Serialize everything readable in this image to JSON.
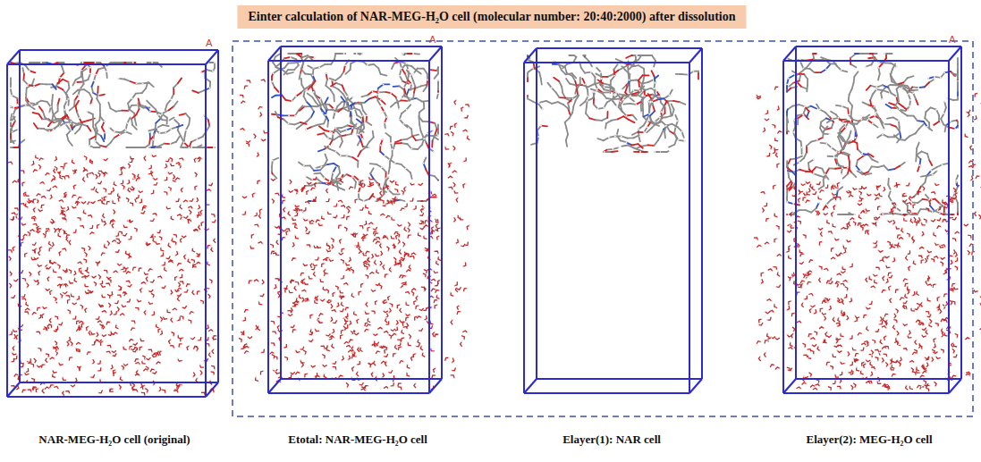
{
  "diagram": {
    "title": "Einter calculation of NAR-MEG-H₂O cell (molecular number: 20:40:2000) after dissolution",
    "nodes": [
      {
        "text": [
          "NAR-MEG-H₂O cell (original)"
        ]
      },
      {
        "text": [
          "Etotal: NAR-MEG-H₂O cell"
        ]
      },
      {
        "text": [
          "Elayer(1): NAR cell"
        ]
      },
      {
        "text": [
          "Elayer(2): MEG-H₂O cell"
        ]
      }
    ],
    "labels": [
      "A",
      "A",
      "A"
    ]
  }
}
